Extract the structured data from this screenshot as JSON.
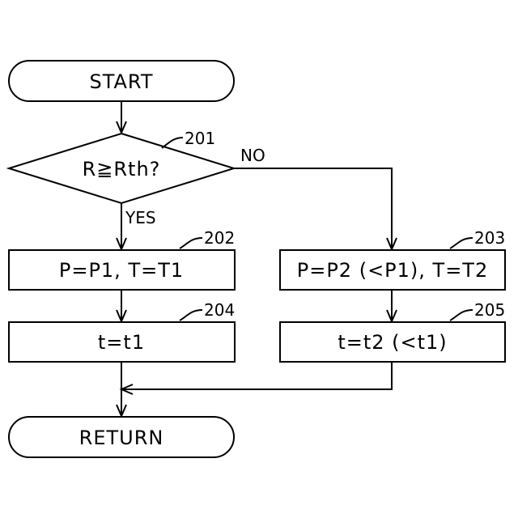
{
  "flowchart": {
    "start": {
      "label": "START"
    },
    "decision": {
      "label": "R≧Rth?",
      "ref": "201",
      "yes_label": "YES",
      "no_label": "NO"
    },
    "step_202": {
      "label": "P=P1, T=T1",
      "ref": "202"
    },
    "step_203": {
      "label": "P=P2 (<P1), T=T2",
      "ref": "203"
    },
    "step_204": {
      "label": "t=t1",
      "ref": "204"
    },
    "step_205": {
      "label": "t=t2 (<t1)",
      "ref": "205"
    },
    "end": {
      "label": "RETURN"
    }
  }
}
